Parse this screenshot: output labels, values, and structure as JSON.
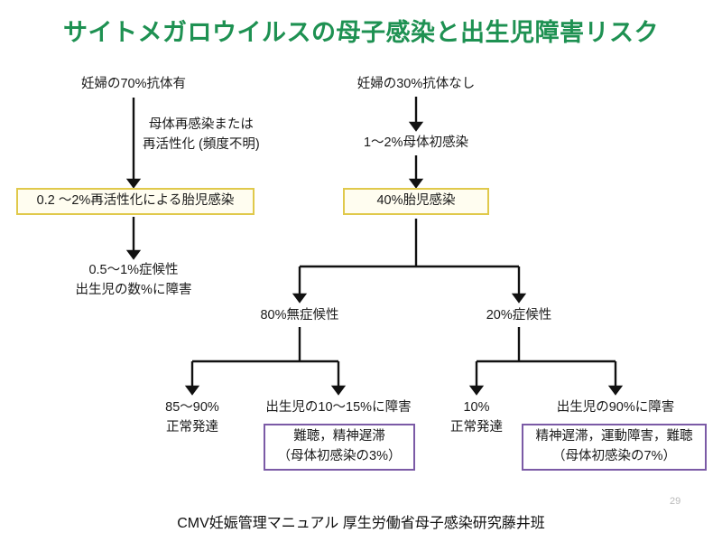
{
  "slide": {
    "title": "サイトメガロウイルスの母子感染と出生児障害リスク",
    "title_color": "#1E9152",
    "background": "#ffffff",
    "page_number": "29",
    "footer": "CMV妊娠管理マニュアル  厚生労働省母子感染研究藤井班"
  },
  "palette": {
    "yellow_box_border": "#E0C94B",
    "yellow_box_fill": "#FFFDF0",
    "purple_box_border": "#7B5AA6",
    "arrow_color": "#111111",
    "text_color": "#1a1a1a"
  },
  "left_branch": {
    "root_label": "妊婦の70%抗体有",
    "arrow_annotation_line1": "母体再感染または",
    "arrow_annotation_line2": "再活性化 (頻度不明)",
    "box_label": "0.2 〜2%再活性化による胎児感染",
    "outcome_line1": "0.5〜1%症候性",
    "outcome_line2": "出生児の数%に障害"
  },
  "right_branch": {
    "root_label": "妊婦の30%抗体なし",
    "step_label": "1〜2%母体初感染",
    "box_label": "40%胎児感染",
    "split": [
      {
        "label": "80%無症候性",
        "children": [
          {
            "heading_line1": "85〜90%",
            "heading_line2": "正常発達",
            "box": null
          },
          {
            "heading_line1": "出生児の10〜15%に障害",
            "heading_line2": "",
            "box": {
              "line1": "難聴，精神遅滞",
              "line2": "（母体初感染の3%）"
            }
          }
        ]
      },
      {
        "label": "20%症候性",
        "children": [
          {
            "heading_line1": "10%",
            "heading_line2": "正常発達",
            "box": null
          },
          {
            "heading_line1": "出生児の90%に障害",
            "heading_line2": "",
            "box": {
              "line1": "精神遅滞，運動障害，難聴",
              "line2": "（母体初感染の7%）"
            }
          }
        ]
      }
    ]
  }
}
